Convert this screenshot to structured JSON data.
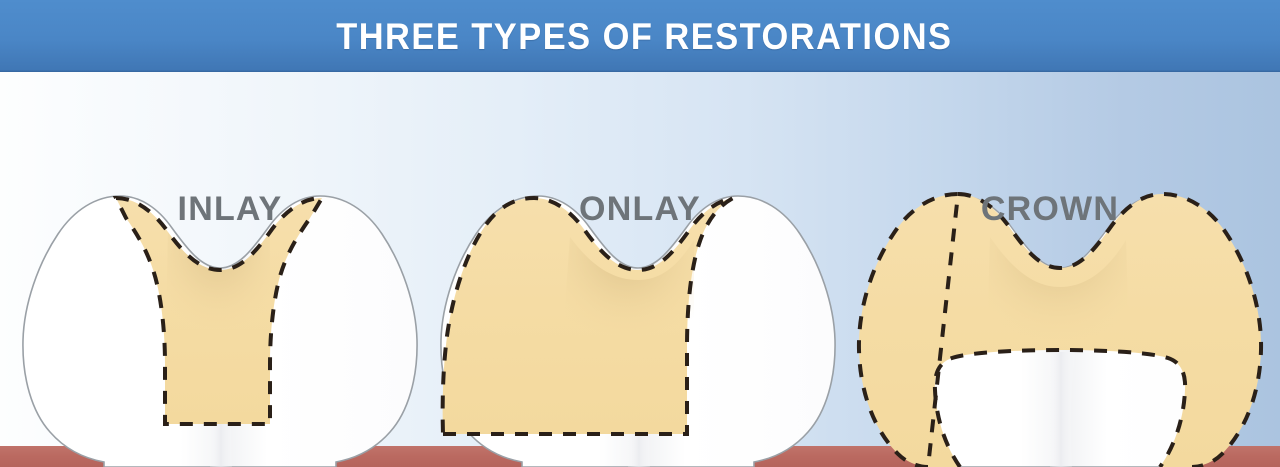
{
  "banner": {
    "title": "THREE TYPES OF RESTORATIONS",
    "background_color": "#4a86c6",
    "text_color": "#ffffff"
  },
  "scene": {
    "background_gradient_from": "#fdfefe",
    "background_gradient_to": "#abc4e0",
    "gum_color": "#bb6a61",
    "tooth_color": "#ffffff",
    "tooth_outline_color": "#9aa0a6",
    "restoration_color": "#f5dca4",
    "dashed_outline_color": "#2a2018"
  },
  "panels": [
    {
      "id": "inlay",
      "label": "INLAY",
      "label_color": "#6e7479",
      "restoration_type": "inlay",
      "description_visual": "tan filling confined to the central groove between the two cusps, outlined with a black dashed line"
    },
    {
      "id": "onlay",
      "label": "ONLAY",
      "label_color": "#6e7479",
      "restoration_type": "onlay",
      "description_visual": "tan restoration covering the left cusp and central fissure, flat dashed bottom edge, right cusp left white"
    },
    {
      "id": "crown",
      "label": "CROWN",
      "label_color": "#6e7479",
      "restoration_type": "crown",
      "description_visual": "tan cap covering the entire tooth with an inner dashed line showing the prepared white tooth stump"
    }
  ]
}
